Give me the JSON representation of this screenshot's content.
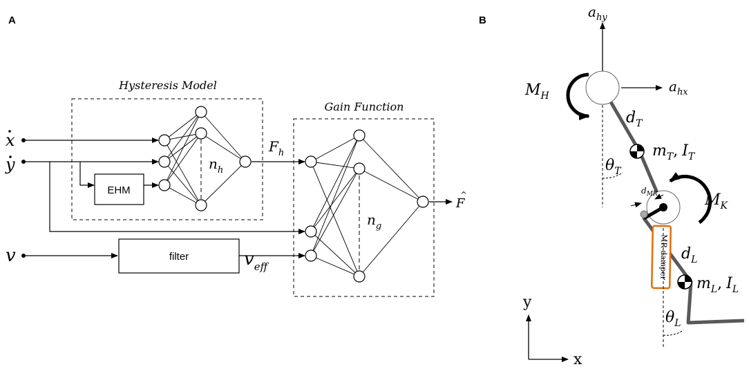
{
  "panel_a": {
    "letter": "A",
    "hysteresis_title": "Hysteresis Model",
    "gain_title": "Gain Function",
    "ehm_label": "EHM",
    "filter_label": "filter",
    "input_xdot": "x",
    "input_ydot": "y",
    "input_v": "v",
    "v_eff_main": "v",
    "v_eff_sub": "eff",
    "fh_main": "F",
    "fh_sub": "h",
    "nh_main": "n",
    "nh_sub": "h",
    "ng_main": "n",
    "ng_sub": "g",
    "output_main": "F",
    "output_hat": "^"
  },
  "panel_b": {
    "letter": "B",
    "ahy_main": "a",
    "ahy_sub": "hy",
    "ahx_main": "a",
    "ahx_sub": "hx",
    "mh_main": "M",
    "mh_sub": "H",
    "dt_main": "d",
    "dt_sub": "T",
    "mt_main": "m",
    "mt_sub": "T",
    "it_main": "I",
    "it_sub": "T",
    "theta_t_main": "θ",
    "theta_t_sub": "T",
    "dmr_main": "d",
    "dmr_sub": "MR",
    "mk_main": "M",
    "mk_sub": "K",
    "damper_label": "MR damper",
    "dl_main": "d",
    "dl_sub": "L",
    "ml_main": "m",
    "ml_sub": "L",
    "il_main": "I",
    "il_sub": "L",
    "theta_l_main": "θ",
    "theta_l_sub": "L",
    "axis_y": "y",
    "axis_x": "x",
    "comma": ","
  },
  "colors": {
    "line": "#000000",
    "leg": "#595959",
    "damper_border": "#e36c0a"
  }
}
